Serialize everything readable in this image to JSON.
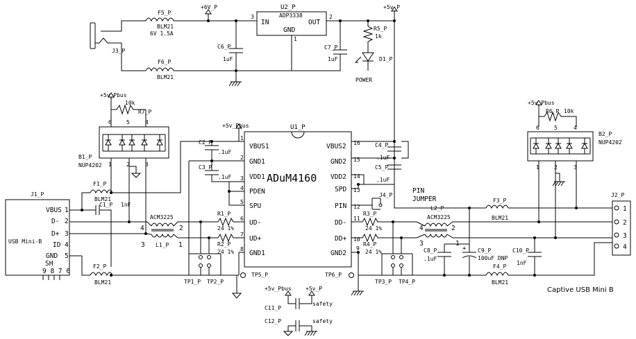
{
  "labels": {
    "u2_ref": "U2_P",
    "u2_part": "ADP3338",
    "u2_in": "IN",
    "u2_out": "OUT",
    "u2_gnd": "GND",
    "u2_pin3": "3",
    "u2_pin2": "2",
    "u2_pin1": "1",
    "plus6v": "+6V_P",
    "plus5v_top": "+5v_P",
    "f5_ref": "F5_P",
    "f5_part": "BLM21",
    "f5_rating": "6V 1.5A",
    "f6_ref": "F6_P",
    "f6_part": "BLM21",
    "j3_ref": "J3_P",
    "c6_ref": "C6_P",
    "c6_val": "1uF",
    "c7_ref": "C7_P",
    "c7_val": "1uF",
    "r5_ref": "R5_P",
    "r5_val": "1k",
    "d1_ref": "D1_P",
    "power": "POWER",
    "pbus_b1": "+5v_Pbus",
    "r7_ref": "R7_P",
    "r7_val": "10k",
    "b1_ref": "B1_P",
    "b1_part": "NUP4202",
    "b1_p6": "6",
    "b1_p5": "5",
    "b1_p4": "4",
    "b1_p1": "1",
    "b1_p2": "2",
    "b1_p3": "3",
    "pbus_u1": "+5v_Pbus",
    "c2_ref": "C2_P",
    "c2_val": ".1uF",
    "c3_ref": "C3_P",
    "c3_val": ".1uF",
    "u1_ref": "U1_P",
    "u1_part": "ADuM4160",
    "u1_left_pins": [
      "VBUS1",
      "GND1",
      "VDD1",
      "PDEN",
      "SPU",
      "UD-",
      "UD+",
      "GND1"
    ],
    "u1_left_nums": [
      "1",
      "2",
      "3",
      "4",
      "5",
      "6",
      "7",
      "8"
    ],
    "u1_right_pins": [
      "VBUS2",
      "GND2",
      "VDD2",
      "SPD",
      "PIN",
      "DD-",
      "DD+",
      "GND2"
    ],
    "u1_right_nums": [
      "16",
      "15",
      "14",
      "13",
      "12",
      "11",
      "10",
      "9"
    ],
    "c4_ref": "C4_P",
    "c4_val": ".1uF",
    "c5_ref": "C5_P",
    "c5_val": ".1uF",
    "j4_ref": "J4_P",
    "pin_jumper_1": "PIN",
    "pin_jumper_2": "JUMPER",
    "j1_ref": "J1_P",
    "j1_title": "USB Mini-B",
    "j1_pins": [
      "VBUS",
      "D-",
      "D+",
      "ID",
      "GND"
    ],
    "j1_nums": [
      "1",
      "2",
      "3",
      "4",
      "5"
    ],
    "j1_sh": "SH",
    "j1_shnums": "9 8 7 6",
    "f1_ref": "F1_P",
    "f1_part": "BLM21",
    "c1_ref": "C1_P",
    "c1_val": "1nF",
    "l1_ref": "L1_P",
    "l1_part": "ACM3225",
    "l1_p4": "4",
    "l1_p2": "2",
    "l1_p3": "3",
    "l1_p1": "1",
    "f2_ref": "F2_P",
    "f2_part": "BLM21",
    "r1_ref": "R1_P",
    "r1_val": "24 1%",
    "r2_ref": "R2_P",
    "r2_val": "24 1%",
    "tp5": "TP5_P",
    "tp1": "TP1_P",
    "tp2": "TP2_P",
    "tp6": "TP6_P",
    "tp3": "TP3_P",
    "tp4": "TP4_P",
    "r3_ref": "R3_P",
    "r3_val": "24 1%",
    "r4_ref": "R4_P",
    "r4_val": "24 1%",
    "l2_ref": "L2_P",
    "l2_part": "ACM3225",
    "l2_p4": "4",
    "l2_p2": "2",
    "l2_p3": "3",
    "l2_p1": "1",
    "c8_ref": "C8_P",
    "c8_val": ".1uF",
    "c9_ref": "C9_P",
    "c9_val": "100uF DNP",
    "c10_ref": "C10_P",
    "c10_val": "1nF",
    "f3_ref": "F3_P",
    "f3_part": "BLM21",
    "f4_ref": "F4_P",
    "f4_part": "BLM21",
    "pbus_b2": "+5v_Pbus",
    "r6_ref": "R6_P",
    "r6_val": "10k",
    "b2_ref": "B2_P",
    "b2_part": "NUP4202",
    "b2_p6": "6",
    "b2_p5": "5",
    "b2_p4": "4",
    "b2_p1": "1",
    "b2_p2": "2",
    "b2_p3": "3",
    "j2_ref": "J2_P",
    "j2_nums": [
      "1",
      "2",
      "3",
      "4"
    ],
    "captive": "Captive USB Mini B",
    "safety_pbus": "+5v_Pbus",
    "safety_5v": "+5v_P",
    "c11_ref": "C11_P",
    "c12_ref": "C12_P",
    "safety1": "safety",
    "safety2": "safety"
  }
}
